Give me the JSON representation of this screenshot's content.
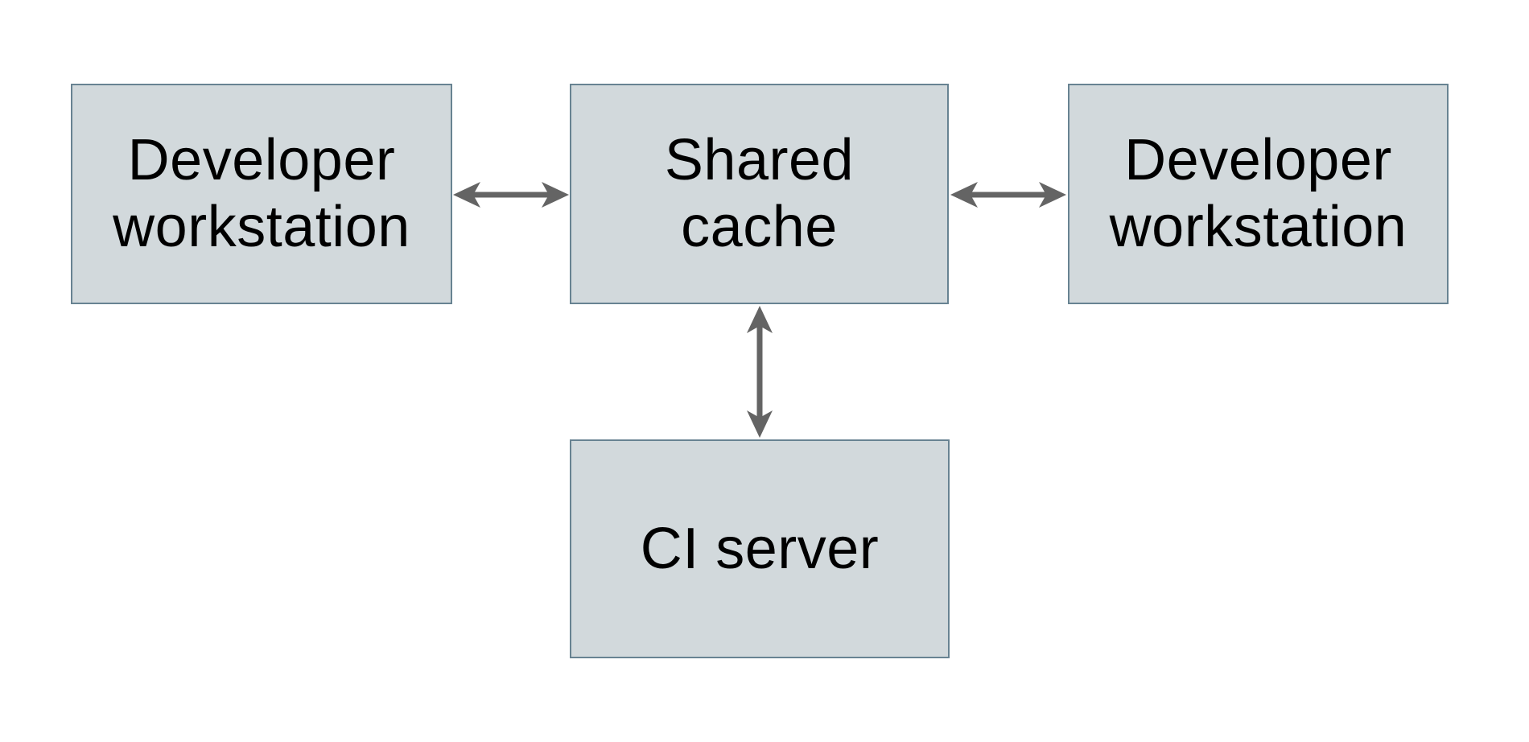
{
  "diagram": {
    "type": "architecture-diagram",
    "background_color": "#ffffff",
    "node_fill_color": "#d2d9dc",
    "node_border_color": "#688392",
    "arrow_color": "#646464",
    "text_color": "#000000",
    "nodes": [
      {
        "id": "dev-left",
        "label": "Developer\nworkstation"
      },
      {
        "id": "cache",
        "label": "Shared\ncache"
      },
      {
        "id": "dev-right",
        "label": "Developer\nworkstation"
      },
      {
        "id": "ci",
        "label": "CI server"
      }
    ],
    "edges": [
      {
        "from": "dev-left",
        "to": "cache",
        "direction": "bidirectional"
      },
      {
        "from": "cache",
        "to": "dev-right",
        "direction": "bidirectional"
      },
      {
        "from": "cache",
        "to": "ci",
        "direction": "bidirectional"
      }
    ]
  }
}
